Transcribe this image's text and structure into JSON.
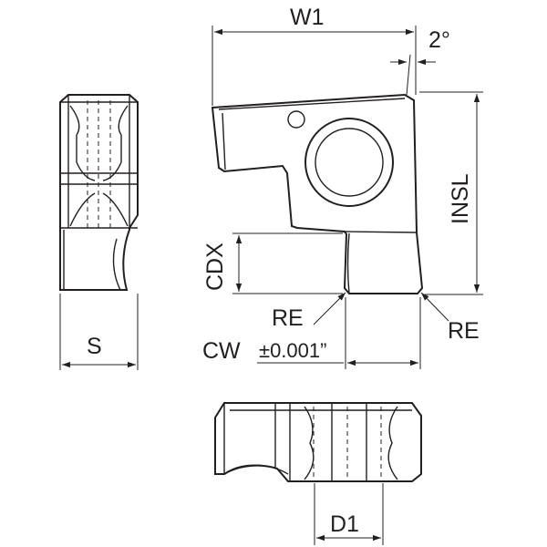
{
  "labels": {
    "w1": "W1",
    "angle": "2°",
    "insl": "INSL",
    "cdx": "CDX",
    "re_left": "RE",
    "re_right": "RE",
    "cw": "CW",
    "cw_tolerance": "±0.001”",
    "s": "S",
    "d1": "D1"
  },
  "colors": {
    "line": "#231f20",
    "background": "#ffffff"
  }
}
